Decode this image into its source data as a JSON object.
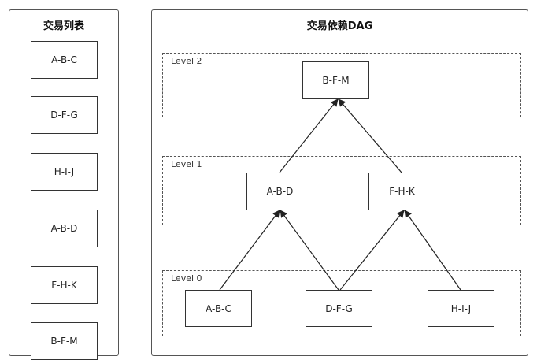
{
  "list_panel": {
    "title": "交易列表",
    "items": [
      "A-B-C",
      "D-F-G",
      "H-I-J",
      "A-B-D",
      "F-H-K",
      "B-F-M"
    ]
  },
  "dag_panel": {
    "title": "交易依赖DAG",
    "levels": [
      {
        "label": "Level 2",
        "nodes": [
          "B-F-M"
        ]
      },
      {
        "label": "Level 1",
        "nodes": [
          "A-B-D",
          "F-H-K"
        ]
      },
      {
        "label": "Level 0",
        "nodes": [
          "A-B-C",
          "D-F-G",
          "H-I-J"
        ]
      }
    ],
    "edges": [
      {
        "from": "A-B-C",
        "to": "A-B-D"
      },
      {
        "from": "D-F-G",
        "to": "A-B-D"
      },
      {
        "from": "D-F-G",
        "to": "F-H-K"
      },
      {
        "from": "H-I-J",
        "to": "F-H-K"
      },
      {
        "from": "A-B-D",
        "to": "B-F-M"
      },
      {
        "from": "F-H-K",
        "to": "B-F-M"
      }
    ]
  }
}
